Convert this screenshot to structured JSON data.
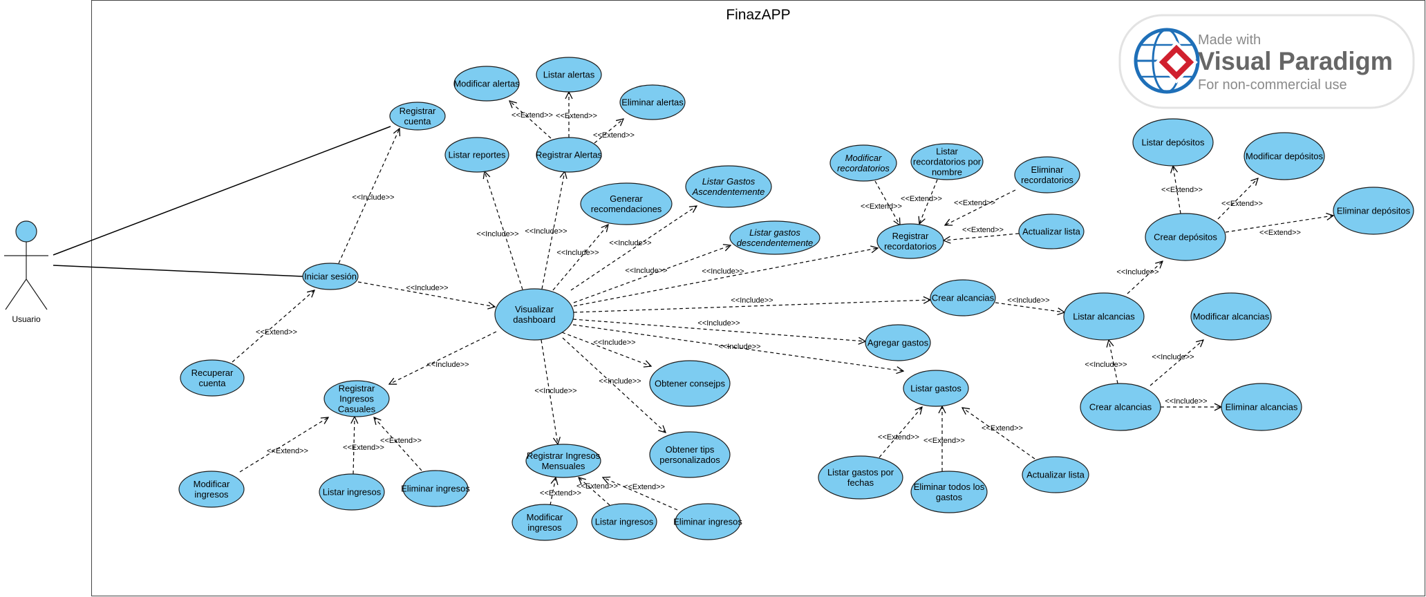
{
  "diagram": {
    "title": "FinazAPP",
    "actor": {
      "name": "Usuario"
    },
    "watermark": {
      "made_with": "Made with",
      "brand": "Visual Paradigm",
      "note": "For non-commercial use"
    },
    "colors": {
      "usecase_fill": "#7dccf1",
      "usecase_stroke": "#1d1d1d",
      "line": "#000000",
      "boundary": "#444444",
      "logo_red": "#d0202e",
      "logo_blue": "#1e6fb8"
    },
    "relation_labels": {
      "include": "<<Include>>",
      "extend": "<<Extend>>"
    },
    "use_cases": [
      {
        "id": "registrar-cuenta",
        "lines": [
          "Registrar",
          "cuenta"
        ]
      },
      {
        "id": "iniciar-sesion",
        "lines": [
          "Iniciar sesión"
        ]
      },
      {
        "id": "recuperar-cuenta",
        "lines": [
          "Recuperar",
          "cuenta"
        ]
      },
      {
        "id": "visualizar-dashboard",
        "lines": [
          "Visualizar",
          "dashboard"
        ]
      },
      {
        "id": "listar-reportes",
        "lines": [
          "Listar reportes"
        ]
      },
      {
        "id": "registrar-alertas",
        "lines": [
          "Registrar Alertas"
        ]
      },
      {
        "id": "modificar-alertas",
        "lines": [
          "Modificar alertas"
        ]
      },
      {
        "id": "listar-alertas",
        "lines": [
          "Listar alertas"
        ]
      },
      {
        "id": "eliminar-alertas",
        "lines": [
          "Eliminar alertas"
        ]
      },
      {
        "id": "generar-recomendaciones",
        "lines": [
          "Generar",
          "recomendaciones"
        ]
      },
      {
        "id": "listar-gastos-asc",
        "lines": [
          "Listar Gastos",
          "Ascendentemente"
        ],
        "italic": true
      },
      {
        "id": "listar-gastos-desc",
        "lines": [
          "Listar gastos",
          "descendentemente"
        ],
        "italic": true
      },
      {
        "id": "modificar-recordatorios",
        "lines": [
          "Modificar",
          "recordatorios"
        ],
        "italic": true
      },
      {
        "id": "listar-recordatorios-nombre",
        "lines": [
          "Listar",
          "recordatorios por",
          "nombre"
        ]
      },
      {
        "id": "eliminar-recordatorios",
        "lines": [
          "Eliminar",
          "recordatorios"
        ]
      },
      {
        "id": "registrar-recordatorios",
        "lines": [
          "Registrar",
          "recordatorios"
        ]
      },
      {
        "id": "actualizar-lista-recordatorios",
        "lines": [
          "Actualizar lista"
        ]
      },
      {
        "id": "listar-depositos",
        "lines": [
          "Listar depósitos"
        ]
      },
      {
        "id": "modificar-depositos",
        "lines": [
          "Modificar depósitos"
        ]
      },
      {
        "id": "crear-depositos",
        "lines": [
          "Crear depósitos"
        ]
      },
      {
        "id": "eliminar-depositos",
        "lines": [
          "Eliminar depósitos"
        ]
      },
      {
        "id": "crear-alcancias-top",
        "lines": [
          "Crear alcancias"
        ]
      },
      {
        "id": "listar-alcancias",
        "lines": [
          "Listar alcancias"
        ]
      },
      {
        "id": "modificar-alcancias",
        "lines": [
          "Modificar alcancias"
        ]
      },
      {
        "id": "crear-alcancias-bottom",
        "lines": [
          "Crear alcancias"
        ]
      },
      {
        "id": "eliminar-alcancias",
        "lines": [
          "Eliminar alcancias"
        ]
      },
      {
        "id": "agregar-gastos",
        "lines": [
          "Agregar gastos"
        ]
      },
      {
        "id": "listar-gastos",
        "lines": [
          "Listar gastos"
        ]
      },
      {
        "id": "listar-gastos-fechas",
        "lines": [
          "Listar gastos por",
          "fechas"
        ]
      },
      {
        "id": "eliminar-todos-gastos",
        "lines": [
          "Eliminar todos los",
          "gastos"
        ]
      },
      {
        "id": "actualizar-lista-gastos",
        "lines": [
          "Actualizar lista"
        ]
      },
      {
        "id": "obtener-consejos",
        "lines": [
          "Obtener consejps"
        ]
      },
      {
        "id": "obtener-tips",
        "lines": [
          "Obtener tips",
          "personalizados"
        ]
      },
      {
        "id": "registrar-ingresos-mensuales",
        "lines": [
          "Registrar Ingresos",
          "Mensuales"
        ]
      },
      {
        "id": "modificar-ingresos-mensuales",
        "lines": [
          "Modificar",
          "ingresos"
        ]
      },
      {
        "id": "listar-ingresos-mensuales",
        "lines": [
          "Listar ingresos"
        ]
      },
      {
        "id": "eliminar-ingresos-mensuales",
        "lines": [
          "Eliminar ingresos"
        ]
      },
      {
        "id": "registrar-ingresos-casuales",
        "lines": [
          "Registrar",
          "Ingresos",
          "Casuales"
        ]
      },
      {
        "id": "modificar-ingresos-casuales",
        "lines": [
          "Modificar",
          "ingresos"
        ]
      },
      {
        "id": "listar-ingresos-casuales",
        "lines": [
          "Listar ingresos"
        ]
      },
      {
        "id": "eliminar-ingresos-casuales",
        "lines": [
          "Eliminar ingresos"
        ]
      }
    ],
    "associations": [
      {
        "from": "actor",
        "to": "registrar-cuenta"
      },
      {
        "from": "actor",
        "to": "iniciar-sesion"
      }
    ],
    "relations": [
      {
        "from": "iniciar-sesion",
        "to": "registrar-cuenta",
        "kind": "include"
      },
      {
        "from": "recuperar-cuenta",
        "to": "iniciar-sesion",
        "kind": "extend"
      },
      {
        "from": "iniciar-sesion",
        "to": "visualizar-dashboard",
        "kind": "include"
      },
      {
        "from": "visualizar-dashboard",
        "to": "listar-reportes",
        "kind": "include"
      },
      {
        "from": "visualizar-dashboard",
        "to": "registrar-alertas",
        "kind": "include"
      },
      {
        "from": "registrar-alertas",
        "to": "modificar-alertas",
        "kind": "extend"
      },
      {
        "from": "registrar-alertas",
        "to": "listar-alertas",
        "kind": "extend"
      },
      {
        "from": "registrar-alertas",
        "to": "eliminar-alertas",
        "kind": "extend"
      },
      {
        "from": "visualizar-dashboard",
        "to": "generar-recomendaciones",
        "kind": "include"
      },
      {
        "from": "visualizar-dashboard",
        "to": "listar-gastos-asc",
        "kind": "include"
      },
      {
        "from": "visualizar-dashboard",
        "to": "listar-gastos-desc",
        "kind": "include"
      },
      {
        "from": "visualizar-dashboard",
        "to": "registrar-recordatorios",
        "kind": "include"
      },
      {
        "from": "modificar-recordatorios",
        "to": "registrar-recordatorios",
        "kind": "extend"
      },
      {
        "from": "listar-recordatorios-nombre",
        "to": "registrar-recordatorios",
        "kind": "extend"
      },
      {
        "from": "eliminar-recordatorios",
        "to": "registrar-recordatorios",
        "kind": "extend"
      },
      {
        "from": "actualizar-lista-recordatorios",
        "to": "registrar-recordatorios",
        "kind": "extend"
      },
      {
        "from": "visualizar-dashboard",
        "to": "crear-alcancias-top",
        "kind": "include"
      },
      {
        "from": "crear-alcancias-top",
        "to": "listar-alcancias",
        "kind": "include"
      },
      {
        "from": "listar-alcancias",
        "to": "crear-depositos",
        "kind": "include"
      },
      {
        "from": "crear-depositos",
        "to": "listar-depositos",
        "kind": "extend"
      },
      {
        "from": "crear-depositos",
        "to": "modificar-depositos",
        "kind": "extend"
      },
      {
        "from": "crear-depositos",
        "to": "eliminar-depositos",
        "kind": "extend"
      },
      {
        "from": "crear-alcancias-bottom",
        "to": "listar-alcancias",
        "kind": "include"
      },
      {
        "from": "crear-alcancias-bottom",
        "to": "modificar-alcancias",
        "kind": "include"
      },
      {
        "from": "crear-alcancias-bottom",
        "to": "eliminar-alcancias",
        "kind": "include"
      },
      {
        "from": "visualizar-dashboard",
        "to": "agregar-gastos",
        "kind": "include"
      },
      {
        "from": "visualizar-dashboard",
        "to": "listar-gastos",
        "kind": "include"
      },
      {
        "from": "listar-gastos-fechas",
        "to": "listar-gastos",
        "kind": "extend"
      },
      {
        "from": "eliminar-todos-gastos",
        "to": "listar-gastos",
        "kind": "extend"
      },
      {
        "from": "actualizar-lista-gastos",
        "to": "listar-gastos",
        "kind": "extend"
      },
      {
        "from": "visualizar-dashboard",
        "to": "obtener-consejos",
        "kind": "include"
      },
      {
        "from": "visualizar-dashboard",
        "to": "obtener-tips",
        "kind": "include"
      },
      {
        "from": "visualizar-dashboard",
        "to": "registrar-ingresos-mensuales",
        "kind": "include"
      },
      {
        "from": "modificar-ingresos-mensuales",
        "to": "registrar-ingresos-mensuales",
        "kind": "extend"
      },
      {
        "from": "listar-ingresos-mensuales",
        "to": "registrar-ingresos-mensuales",
        "kind": "extend"
      },
      {
        "from": "eliminar-ingresos-mensuales",
        "to": "registrar-ingresos-mensuales",
        "kind": "extend"
      },
      {
        "from": "visualizar-dashboard",
        "to": "registrar-ingresos-casuales",
        "kind": "include"
      },
      {
        "from": "modificar-ingresos-casuales",
        "to": "registrar-ingresos-casuales",
        "kind": "extend"
      },
      {
        "from": "listar-ingresos-casuales",
        "to": "registrar-ingresos-casuales",
        "kind": "extend"
      },
      {
        "from": "eliminar-ingresos-casuales",
        "to": "registrar-ingresos-casuales",
        "kind": "extend"
      }
    ]
  }
}
